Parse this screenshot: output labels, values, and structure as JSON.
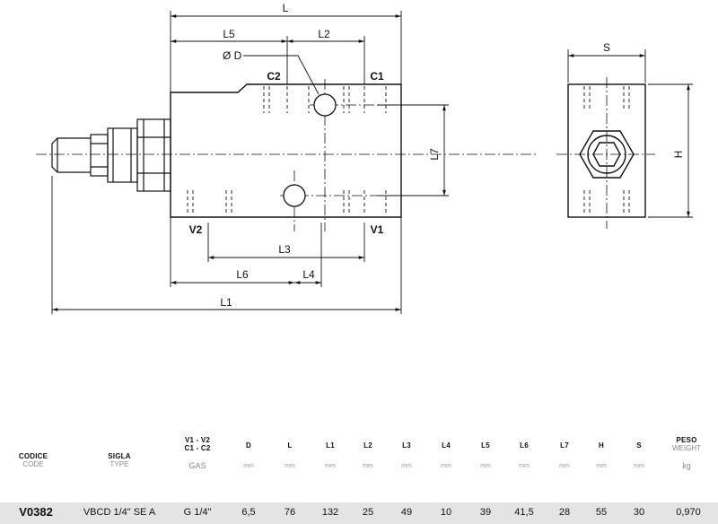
{
  "labels": {
    "L": "L",
    "L5": "L5",
    "L2": "L2",
    "D": "Ø D",
    "C2": "C2",
    "C1": "C1",
    "L7": "L7",
    "V2": "V2",
    "V1": "V1",
    "L3": "L3",
    "L6": "L6",
    "L4": "L4",
    "L1": "L1",
    "S": "S",
    "H": "H"
  },
  "table": {
    "headers": {
      "codice": "CODICE",
      "code": "CODE",
      "sigla": "SIGLA",
      "type": "TYPE",
      "ports1": "V1 - V2",
      "ports2": "C1 - C2",
      "gas": "GAS",
      "D": "D",
      "L": "L",
      "L1": "L1",
      "L2": "L2",
      "L3": "L3",
      "L4": "L4",
      "L5": "L5",
      "L6": "L6",
      "L7": "L7",
      "H": "H",
      "S": "S",
      "peso": "PESO",
      "weight": "WEIGHT"
    },
    "units": {
      "mm": "mm",
      "kg": "kg"
    },
    "row": {
      "code": "V0382",
      "type": "VBCD 1/4\" SE A",
      "gas": "G 1/4\"",
      "D": "6,5",
      "L": "76",
      "L1": "132",
      "L2": "25",
      "L3": "49",
      "L4": "10",
      "L5": "39",
      "L6": "41,5",
      "L7": "28",
      "H": "55",
      "S": "30",
      "weight": "0,970"
    }
  }
}
